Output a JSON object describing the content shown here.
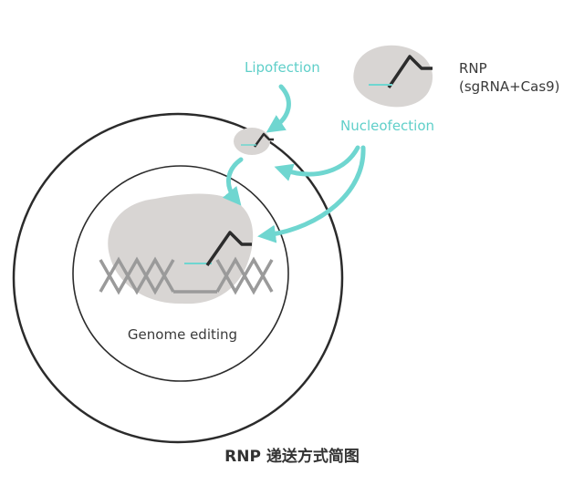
{
  "labels": {
    "rnp": "RNP",
    "rnp_components": "(sgRNA+Cas9)",
    "lipofection": "Lipofection",
    "nucleofection": "Nucleofection",
    "genome_editing": "Genome editing"
  },
  "caption": "RNP 递送方式简图",
  "colors": {
    "teal": "#6fd6d0",
    "blob": "#d8d5d3",
    "dark": "#2c2c2c",
    "dna": "#9a9a9a"
  }
}
